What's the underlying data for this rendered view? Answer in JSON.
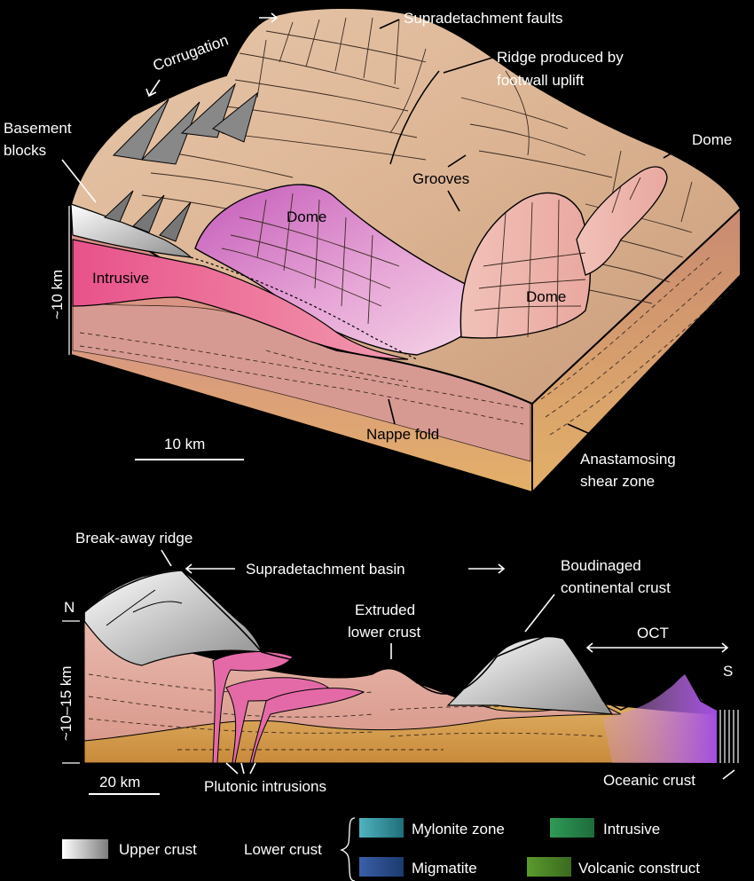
{
  "top": {
    "labels": {
      "supradetachment_faults": "Supradetachment faults",
      "corrugation": "Corrugation",
      "ridge_line1": "Ridge produced by",
      "ridge_line2": "footwall uplift",
      "basement_line1": "Basement",
      "basement_line2": "blocks",
      "dome_right": "Dome",
      "grooves": "Grooves",
      "dome_center": "Dome",
      "dome_lower": "Dome",
      "intrusive": "Intrusive",
      "depth": "~10 km",
      "scale": "10 km",
      "nappe_fold": "Nappe fold",
      "shear_line1": "Anastamosing",
      "shear_line2": "shear zone"
    }
  },
  "bottom": {
    "labels": {
      "breakaway": "Break-away ridge",
      "basin": "Supradetachment basin",
      "boudinaged_line1": "Boudinaged",
      "boudinaged_line2": "continental crust",
      "north": "N",
      "extruded_line1": "Extruded",
      "extruded_line2": "lower crust",
      "oct": "OCT",
      "south": "S",
      "depth": "~10–15 km",
      "scale": "20 km",
      "plutonic": "Plutonic intrusions",
      "oceanic": "Oceanic crust"
    }
  },
  "legend": {
    "upper_crust": "Upper crust",
    "lower_crust": "Lower crust",
    "mylonite": "Mylonite zone",
    "intrusive": "Intrusive",
    "migmatite": "Migmatite",
    "volcanic": "Volcanic construct",
    "colors": {
      "mylonite": "#1f6f78",
      "intrusive": "#1e6b3a",
      "migmatite": "#1c3a6e",
      "volcanic": "#3b6a1e"
    }
  }
}
